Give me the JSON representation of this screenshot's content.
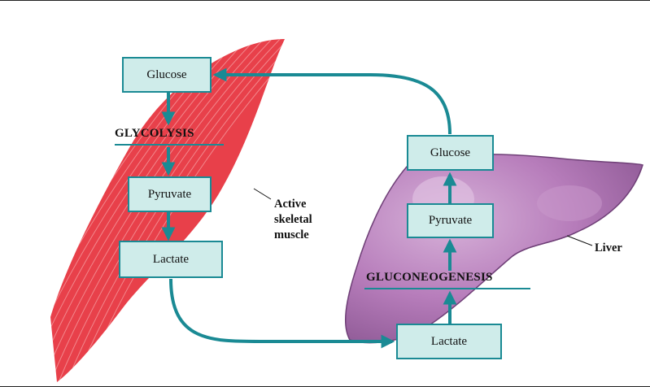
{
  "muscle": {
    "label_lines": [
      "Active",
      "skeletal",
      "muscle"
    ],
    "process": "GLYCOLYSIS",
    "boxes": {
      "glucose": "Glucose",
      "pyruvate": "Pyruvate",
      "lactate": "Lactate"
    }
  },
  "liver": {
    "label": "Liver",
    "process": "GLUCONEOGENESIS",
    "boxes": {
      "glucose": "Glucose",
      "pyruvate": "Pyruvate",
      "lactate": "Lactate"
    }
  },
  "colors": {
    "muscle": "#e8404a",
    "muscle_fiber": "#f6a0a4",
    "liver": "#b77dbb",
    "liver_highlight": "#d7b2d9",
    "arrow": "#1a8a94",
    "box_fill": "#cfecea"
  }
}
